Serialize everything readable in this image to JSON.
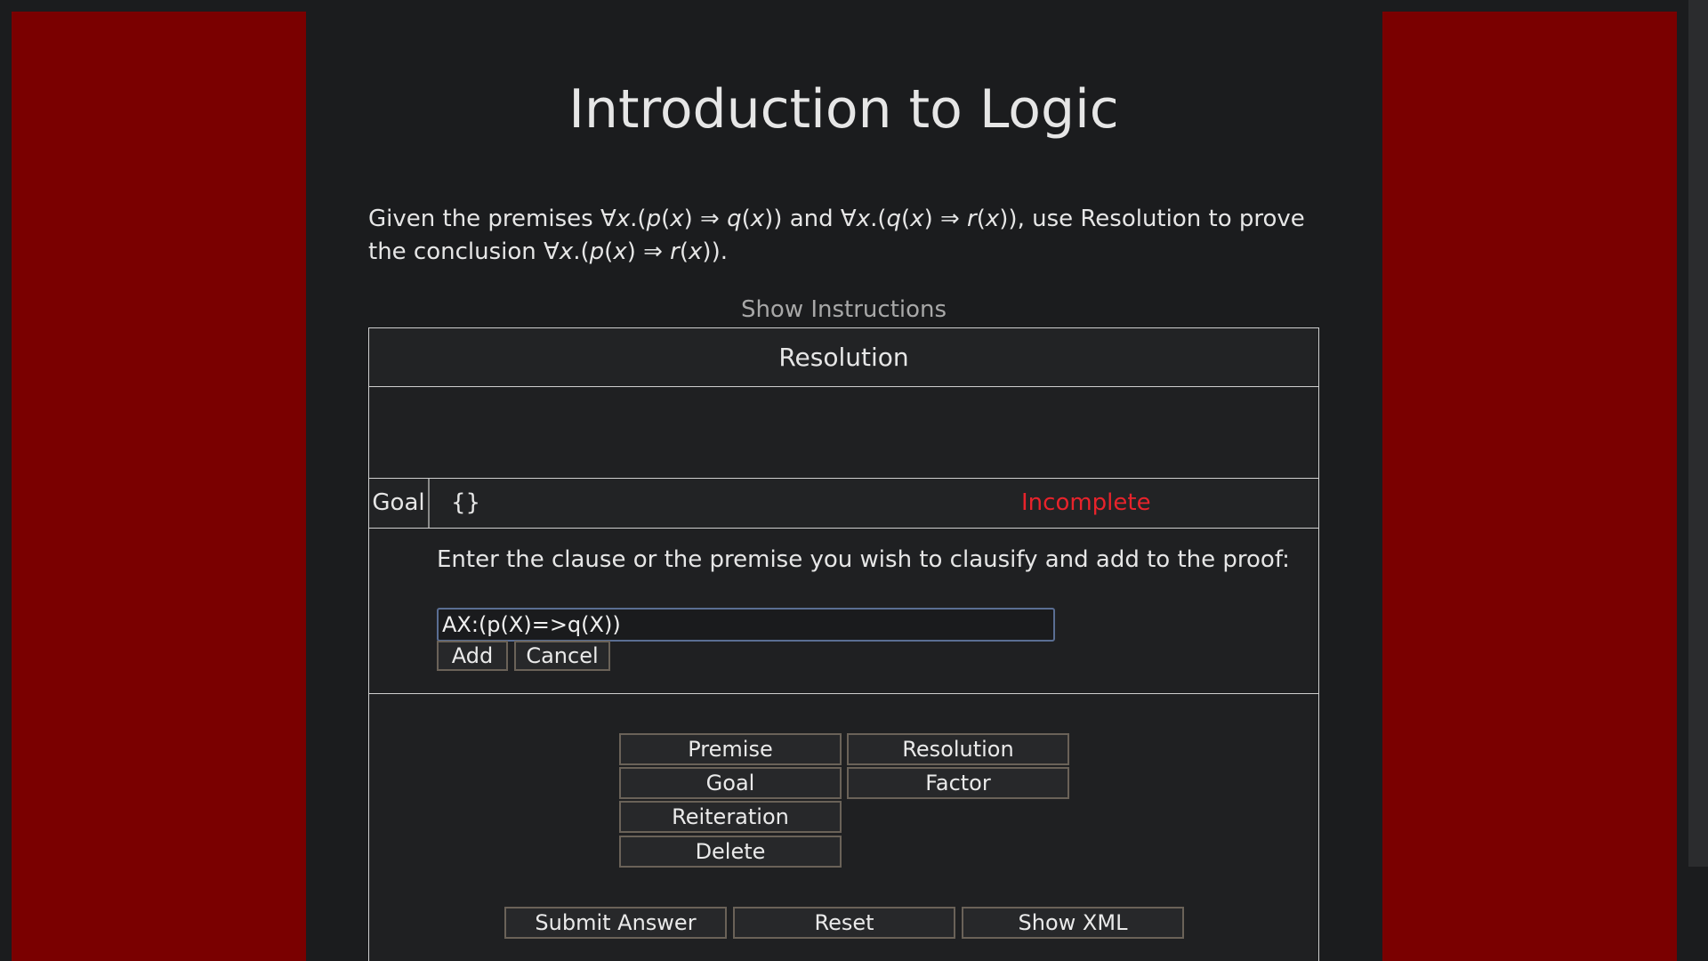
{
  "page": {
    "title": "Introduction to Logic"
  },
  "problem": {
    "part1": "Given the premises ∀",
    "v1": "x",
    "part2": ".(",
    "p1": "p",
    "part3": "(",
    "v2": "x",
    "part4": ") ⇒ ",
    "q1": "q",
    "part5": "(",
    "v3": "x",
    "part6": ")) and ∀",
    "v4": "x",
    "part7": ".(",
    "q2": "q",
    "part8": "(",
    "v5": "x",
    "part9": ") ⇒ ",
    "r1": "r",
    "part10": "(",
    "v6": "x",
    "part11": ")), use Resolution to prove the conclusion ∀",
    "v7": "x",
    "part12": ".(",
    "p2": "p",
    "part13": "(",
    "v8": "x",
    "part14": ") ⇒ ",
    "r2": "r",
    "part15": "(",
    "v9": "x",
    "part16": "))."
  },
  "instructions": {
    "toggle_label": "Show Instructions"
  },
  "proof": {
    "header": "Resolution",
    "goal_label": "Goal",
    "goal_clause": "{}",
    "status": "Incomplete",
    "status_color": "#e8232b",
    "input_prompt": "Enter the clause or the premise you wish to clausify and add to the proof:",
    "input_value": "AX:(p(X)=>q(X))",
    "add_label": "Add",
    "cancel_label": "Cancel"
  },
  "rules": {
    "premise": "Premise",
    "goal": "Goal",
    "reiteration": "Reiteration",
    "delete": "Delete",
    "resolution": "Resolution",
    "factor": "Factor"
  },
  "actions": {
    "submit": "Submit Answer",
    "reset": "Reset",
    "show_xml": "Show XML"
  },
  "colors": {
    "side_band": "#7a0000",
    "background": "#1b1c1e",
    "input_border": "#5a6e93"
  }
}
